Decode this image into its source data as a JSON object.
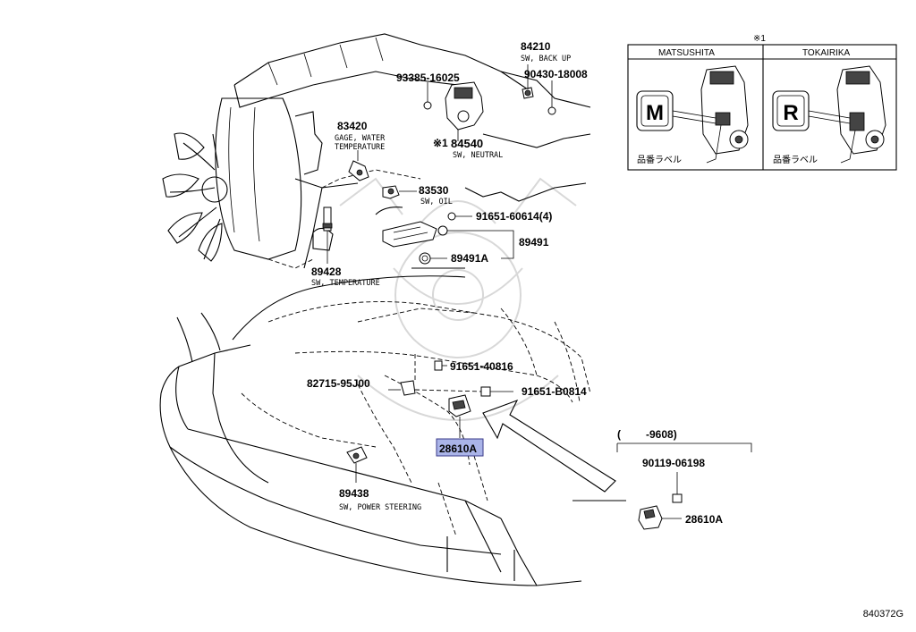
{
  "callouts": {
    "p84210": {
      "number": "84210",
      "desc": "SW, BACK UP"
    },
    "p90430": {
      "number": "90430-18008"
    },
    "p93385": {
      "number": "93385-16025"
    },
    "p83420": {
      "number": "83420",
      "desc1": "GAGE, WATER",
      "desc2": "TEMPERATURE"
    },
    "p84540": {
      "mark": "※1",
      "number": "84540",
      "desc": "SW, NEUTRAL"
    },
    "p83530": {
      "number": "83530",
      "desc": "SW, OIL"
    },
    "p91651_60614": {
      "number": "91651-60614(4)"
    },
    "p89491": {
      "number": "89491"
    },
    "p89491A": {
      "number": "89491A"
    },
    "p89428": {
      "number": "89428",
      "desc": "SW, TEMPERATURE"
    },
    "p91651_40816": {
      "number": "91651-40816"
    },
    "p82715": {
      "number": "82715-95J00"
    },
    "p91651_B0814": {
      "number": "91651-B0814"
    },
    "p28610A_main": {
      "number": "28610A"
    },
    "p89438": {
      "number": "89438",
      "desc": "SW, POWER STEERING"
    },
    "p90119": {
      "number": "90119-06198"
    },
    "p28610A_inset": {
      "number": "28610A"
    },
    "inset_range": {
      "open": "(",
      "value": "-9608)"
    }
  },
  "reference_box": {
    "mark": "※1",
    "col1_header": "MATSUSHITA",
    "col2_header": "TOKAIRIKA",
    "col1_logo": "M",
    "col2_logo": "R",
    "label_jp": "品番ラベル"
  },
  "figure_id": "840372G",
  "colors": {
    "highlight_fill": "#aab4e8",
    "highlight_border": "#3a3a8a",
    "line": "#000000",
    "watermark": "#d8d8d8"
  }
}
